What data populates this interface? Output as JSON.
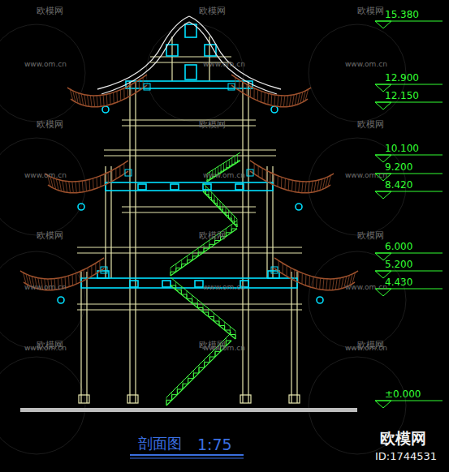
{
  "diagram": {
    "title": "剖面图",
    "labels": [
      "15.380",
      "12.900",
      "12.150",
      "10.100",
      "9.200",
      "8.420",
      "6.000",
      "5.200",
      "4.430",
      "±0.000",
      "1:75",
      "欧模网",
      "欧模网",
      "欧模网",
      "欧模网",
      "欧模网",
      "欧模网",
      "欧模网",
      "欧模网",
      "欧模网",
      "欧模网",
      "欧模网",
      "欧模网",
      "www.om.cn",
      "www.om.cn",
      "www.om.cn",
      "www.om.cn",
      "www.om.cn",
      "www.om.cn",
      "www.om.cn",
      "www.om.cn",
      "www.om.cn",
      "www.om.cn",
      "www.om.cn",
      "www.om.cn",
      "欧模网",
      "ID:1744531"
    ]
  }
}
